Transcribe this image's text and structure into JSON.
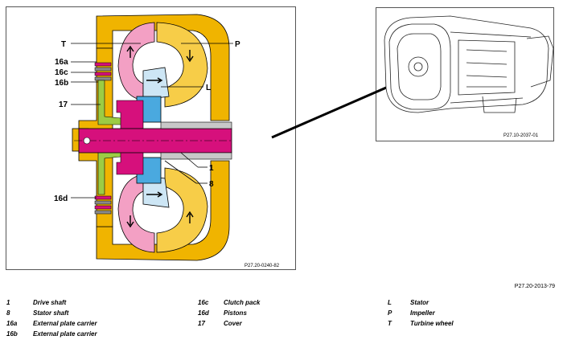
{
  "diagram": {
    "callouts": {
      "T": "T",
      "P": "P",
      "c16a": "16a",
      "c16c": "16c",
      "c16b": "16b",
      "L": "L",
      "c17": "17",
      "c1": "1",
      "c8": "8",
      "c16d": "16d"
    },
    "left_code": "P27.20-0240-82",
    "right_code": "P27.10-2037-01",
    "figure_ref": "P27.20-2013-79",
    "colors": {
      "housing": "#f0b400",
      "impeller": "#f7cd48",
      "turbine": "#f3a0c4",
      "magenta": "#d6107c",
      "stator": "#cde6f5",
      "hub": "#4aa9df",
      "cover": "#9ccc44",
      "stator_shaft": "#c8c8c8"
    }
  },
  "legend": {
    "col1": [
      {
        "key": "1",
        "label": "Drive shaft"
      },
      {
        "key": "8",
        "label": "Stator shaft"
      },
      {
        "key": "16a",
        "label": "External plate carrier"
      },
      {
        "key": "16b",
        "label": "External plate carrier"
      }
    ],
    "col2": [
      {
        "key": "16c",
        "label": "Clutch pack"
      },
      {
        "key": "16d",
        "label": "Pistons"
      },
      {
        "key": "17",
        "label": "Cover"
      }
    ],
    "col3": [
      {
        "key": "L",
        "label": "Stator"
      },
      {
        "key": "P",
        "label": "Impeller"
      },
      {
        "key": "T",
        "label": "Turbine wheel"
      }
    ]
  }
}
